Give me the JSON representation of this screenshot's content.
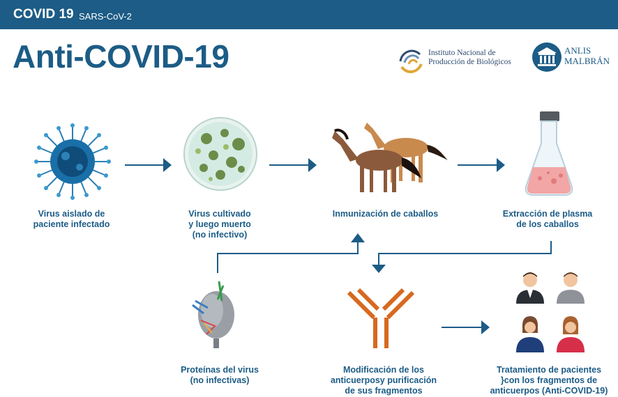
{
  "header": {
    "title": "COVID 19",
    "subtitle": "SARS-CoV-2"
  },
  "main_title": "Anti-COVID-19",
  "logos": {
    "inpb": {
      "line1": "Instituto Nacional de",
      "line2": "Producción de Biológicos"
    },
    "anlis": {
      "line1": "ANLIS",
      "line2": "MALBRÁN"
    }
  },
  "steps": {
    "virus": {
      "line1": "Virus aislado de",
      "line2": "paciente infectado"
    },
    "cultivated": {
      "line1": "Virus cultivado",
      "line2": "y luego muerto",
      "line3": "(no infectivo)"
    },
    "horses": {
      "line1": "Inmunización de caballos"
    },
    "plasma": {
      "line1": "Extracción de plasma",
      "line2": "de los caballos"
    },
    "proteins": {
      "line1": "Proteínas del virus",
      "line2": "(no infectivas)"
    },
    "antibody": {
      "line1": "Modificación de los",
      "line2": "anticuerposy purificación",
      "line3": "de sus fragmentos"
    },
    "treatment": {
      "line1": "Tratamiento de pacientes",
      "line2": "}con los fragmentos de",
      "line3": "anticuerpos (Anti-COVID-19)"
    }
  },
  "colors": {
    "primary": "#1c5c86",
    "antibody": "#d7691f",
    "horse_dark": "#8b5a3c",
    "horse_light": "#c98a4e",
    "plasma": "#f2a6a6"
  }
}
